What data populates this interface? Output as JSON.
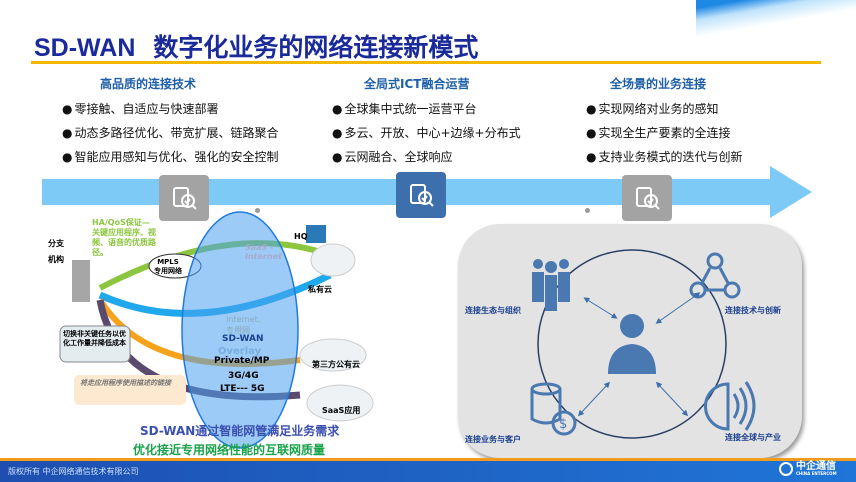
{
  "title": {
    "en": "SD-WAN",
    "zh": "数字化业务的网络连接新模式"
  },
  "columns": [
    {
      "heading": "高品质的连接技术",
      "bullets": [
        "零接触、自适应与快速部署",
        "动态多路径优化、带宽扩展、链路聚合",
        "智能应用感知与优化、强化的安全控制"
      ]
    },
    {
      "heading": "全局式ICT融合运营",
      "bullets": [
        "全球集中式统一运营平台",
        "多云、开放、中心+边缘+分布式",
        "云网融合、全球响应"
      ]
    },
    {
      "heading": "全场景的业务连接",
      "bullets": [
        "实现网络对业务的感知",
        "实现全生产要素的全连接",
        "支持业务模式的迭代与创新"
      ]
    }
  ],
  "diagram": {
    "branch": "分支\n机构",
    "qos_note": "HA/QoS保证—关键应用程序、视频、语音的优质路径。",
    "mpls": "MPLS\n专用网络",
    "hq": "HQ",
    "private_cloud": "私有云",
    "saas_internet": "SaaS - Internet",
    "internet": "Internet、专用网",
    "switch_note": "切换非关键任务以优化工作量并降低成本",
    "orange_note": "将走应用程序使用描述的链接",
    "sdwan": "SD-WAN",
    "overlay": "Overlay",
    "private": "Private/MP",
    "g34": "3G/4G",
    "lte": "LTE--- 5G",
    "third_cloud": "第三方公有云",
    "saas_app": "SaaS应用",
    "caption1": "SD-WAN通过智能网管满足业务需求",
    "caption2": "优化接近专用网络性能的互联网质量"
  },
  "panel": {
    "tl": "连接生态与组织",
    "tr": "连接技术与创新",
    "bl": "连接业务与客户",
    "br": "连接全球与产业"
  },
  "footer": {
    "copyright": "版权所有  中企网络通信技术有限公司",
    "logo": "中企通信",
    "logo_en": "CHINA ENTERCOM"
  },
  "colors": {
    "accent": "#1f5fa8",
    "band": "#7ccaf5",
    "rule": "#f5b800",
    "green": "#19a34a"
  }
}
